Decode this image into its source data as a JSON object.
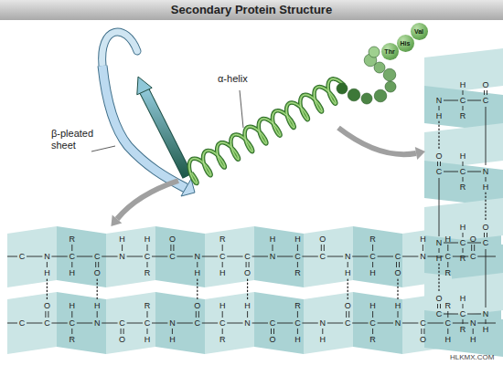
{
  "diagram": {
    "title": "Secondary Protein Structure",
    "nodes": [
      {
        "text": [
          "Val"
        ]
      },
      {
        "text": [
          "His"
        ]
      },
      {
        "text": [
          "Thr"
        ]
      }
    ],
    "labels": [
      "α-helix",
      "β-pleated sheet",
      "HLKMX.COM",
      "C",
      "N",
      "H",
      "C",
      "R",
      "H",
      "C",
      "O",
      "N",
      "H",
      "C",
      "H",
      "R",
      "C",
      "O",
      "N",
      "H",
      "C",
      "R",
      "H",
      "C",
      "O",
      "N",
      "H",
      "C",
      "H",
      "R",
      "C",
      "O",
      "N",
      "H",
      "C",
      "R",
      "H",
      "C",
      "O",
      "N",
      "H",
      "C",
      "H",
      "R",
      "C",
      "O",
      "C",
      "C",
      "O",
      "C",
      "H",
      "R",
      "N",
      "H",
      "C",
      "O",
      "C",
      "R",
      "H",
      "N",
      "H",
      "C",
      "O",
      "C",
      "H",
      "R",
      "N",
      "H",
      "C",
      "O",
      "C",
      "R",
      "H",
      "N",
      "H",
      "C",
      "O",
      "C",
      "H",
      "R",
      "N",
      "H",
      "C",
      "O",
      "C",
      "R",
      "H",
      "N",
      "H",
      "N",
      "H",
      "C",
      "H",
      "R",
      "C",
      "O",
      "N",
      "H",
      "C",
      "H",
      "R",
      "C",
      "O",
      "N",
      "H",
      "C",
      "H",
      "R",
      "C",
      "O",
      "N",
      "H",
      "C",
      "H",
      "R",
      "C",
      "O"
    ]
  }
}
